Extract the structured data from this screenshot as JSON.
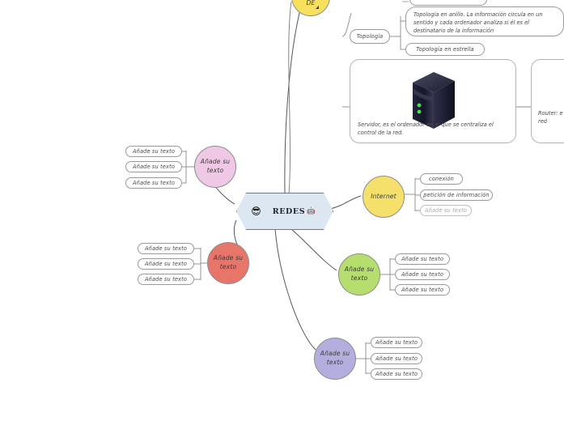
{
  "app": {
    "type": "mind-map-editor",
    "background": "#ffffff"
  },
  "central": {
    "title": "REDES",
    "emoji_left": "cool-face-emoji",
    "emoji_left_glyph": "😎",
    "emoji_right": "robot-emoji",
    "emoji_right_glyph": "🤖",
    "fill": "#dde7f1",
    "border": "#6f7c86"
  },
  "branches": [
    {
      "id": "de",
      "label": "DE",
      "fill": "#f6e05e",
      "has_collapse_marker": true
    },
    {
      "id": "topologia",
      "label": "Topología",
      "children": [
        "Topología en anillo. La información circula en un sentido y cada ordenador analiza si él es el destinatario de la información",
        "Topología en estrella"
      ]
    },
    {
      "id": "internet",
      "label": "Internet",
      "fill": "#f4e06a",
      "children": [
        "conexión",
        "petición de información",
        "Añade su texto"
      ]
    },
    {
      "id": "pink-branch",
      "label": "Añade su texto",
      "fill": "#eec8e4",
      "children": [
        "Añade su texto",
        "Añade su texto",
        "Añade su texto"
      ]
    },
    {
      "id": "red-branch",
      "label": "Añade su texto",
      "fill": "#e8756a",
      "children": [
        "Añade su texto",
        "Añade su texto",
        "Añade su texto"
      ]
    },
    {
      "id": "green-branch",
      "label": "Añade su texto",
      "fill": "#b5de6e",
      "children": [
        "Añade su texto",
        "Añade su texto",
        "Añade su texto"
      ]
    },
    {
      "id": "purple-branch",
      "label": "Añade su texto",
      "fill": "#b3aede",
      "children": [
        "Añade su texto",
        "Añade su texto",
        "Añade su texto"
      ]
    }
  ],
  "panels": {
    "server": {
      "caption": "Servidor, es el ordenador en el que se centraliza el control de la red.",
      "image": "server-tower-icon"
    },
    "router": {
      "caption_line1": "Router: e",
      "caption_line2": "red"
    }
  },
  "cut_off_top_node": {
    "label": ""
  },
  "labels": {
    "placeholder": "Añade su texto"
  }
}
